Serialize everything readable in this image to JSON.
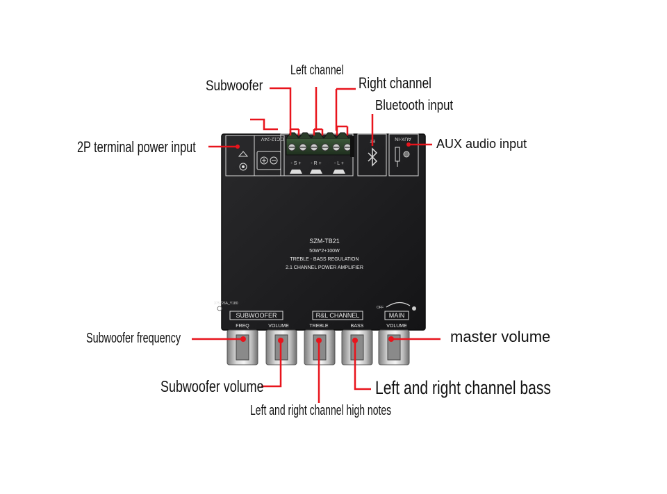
{
  "board": {
    "model": "SZM-TB21",
    "power": "50W*2+100W",
    "feature": "TREBLE - BASS REGULATION",
    "type": "2.1 CHANNEL POWER AMPLIFIER",
    "pcb_code": "375726A_Y180",
    "power_jack_label": "DC12-24V",
    "aux_jack_label": "AUX-IN",
    "speaker_marks": [
      "- S +",
      "- R +",
      "- L +"
    ],
    "bt_mark": "BT",
    "group_subwoofer": "SUBWOOFER",
    "group_rl": "R&L CHANNEL",
    "group_main": "MAIN",
    "knob_freq": "FREQ",
    "knob_volume": "VOLUME",
    "knob_treble": "TREBLE",
    "knob_bass": "BASS",
    "knob_main_volume": "VOLUME",
    "knob_off": "OFF"
  },
  "callouts": {
    "subwoofer": "Subwoofer",
    "left_channel": "Left channel",
    "right_channel": "Right  channel",
    "bluetooth_input": "Bluetooth input",
    "power_input": "2P terminal power input",
    "aux_input": "AUX audio input",
    "sub_frequency": "Subwoofer frequency",
    "master_volume": "master volume",
    "sub_volume": "Subwoofer volume",
    "lr_bass": "Left and right channel bass",
    "lr_high": "Left and right channel high notes"
  },
  "colors": {
    "arrow": "#e8141c",
    "board": "#1c1c1e",
    "silkscreen": "#e6e6e6"
  }
}
